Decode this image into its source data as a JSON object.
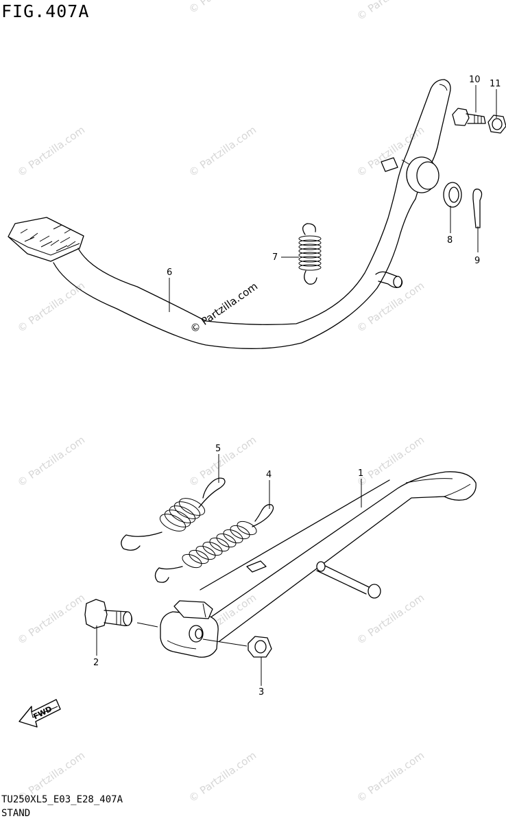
{
  "figure_title": "FIG.407A",
  "diagram_code": "TU250XL5_E03_E28_407A",
  "section_label": "STAND",
  "watermark": "© Partzilla.com",
  "center_watermark": "© Partzilla.com",
  "fwd_label": "FWD",
  "callouts": [
    "1",
    "2",
    "3",
    "4",
    "5",
    "6",
    "7",
    "8",
    "9",
    "10",
    "11"
  ]
}
